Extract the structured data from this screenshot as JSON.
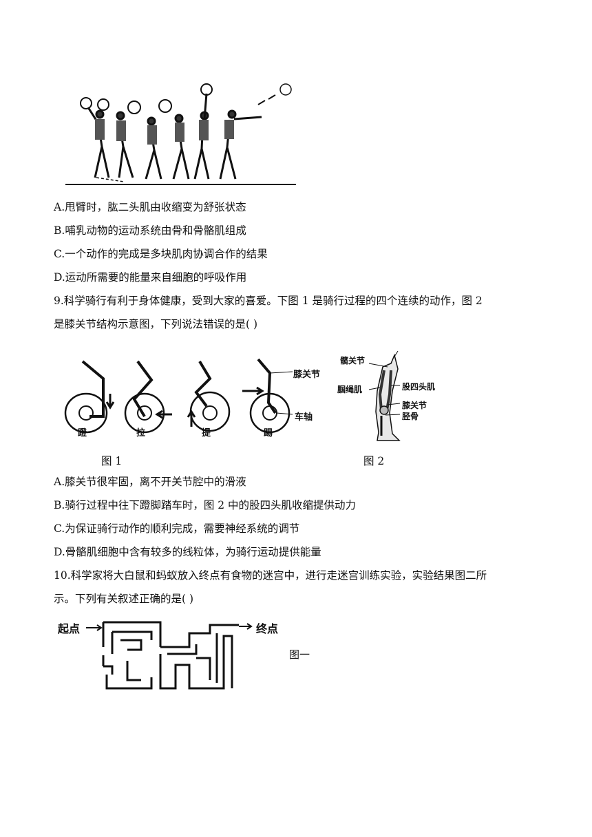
{
  "q8_options": {
    "A": "A.甩臂时，肱二头肌由收缩变为舒张状态",
    "B": "B.哺乳动物的运动系统由骨和骨骼肌组成",
    "C": "C.一个动作的完成是多块肌肉协调合作的结果",
    "D": "D.运动所需要的能量来自细胞的呼吸作用"
  },
  "q9": {
    "stem_line1": "9.科学骑行有利于身体健康，受到大家的喜爱。下图 1 是骑行过程的四个连续的动作，图 2",
    "stem_line2": "是膝关节结构示意图，下列说法错误的是(   )",
    "fig1": {
      "labels": [
        "蹬",
        "拉",
        "提",
        "踢"
      ],
      "knee_label": "膝关节",
      "axle_label": "车轴",
      "caption": "图 1"
    },
    "fig2": {
      "labels": {
        "hip": "髋关节",
        "hamstring": "腘绳肌",
        "quadriceps": "股四头肌",
        "knee": "膝关节",
        "tibia": "胫骨"
      },
      "caption": "图 2"
    },
    "options": {
      "A": "A.膝关节很牢固，离不开关节腔中的滑液",
      "B": "B.骑行过程中往下蹬脚踏车时，图 2 中的股四头肌收缩提供动力",
      "C": "C.为保证骑行动作的顺利完成，需要神经系统的调节",
      "D": "D.骨骼肌细胞中含有较多的线粒体，为骑行运动提供能量"
    }
  },
  "q10": {
    "stem_line1": "10.科学家将大白鼠和蚂蚁放入终点有食物的迷宫中，进行走迷宫训练实验，实验结果图二所",
    "stem_line2": "示。下列有关叙述正确的是(   )",
    "maze": {
      "start_label": "起点",
      "end_label": "终点",
      "caption": "图一"
    }
  }
}
